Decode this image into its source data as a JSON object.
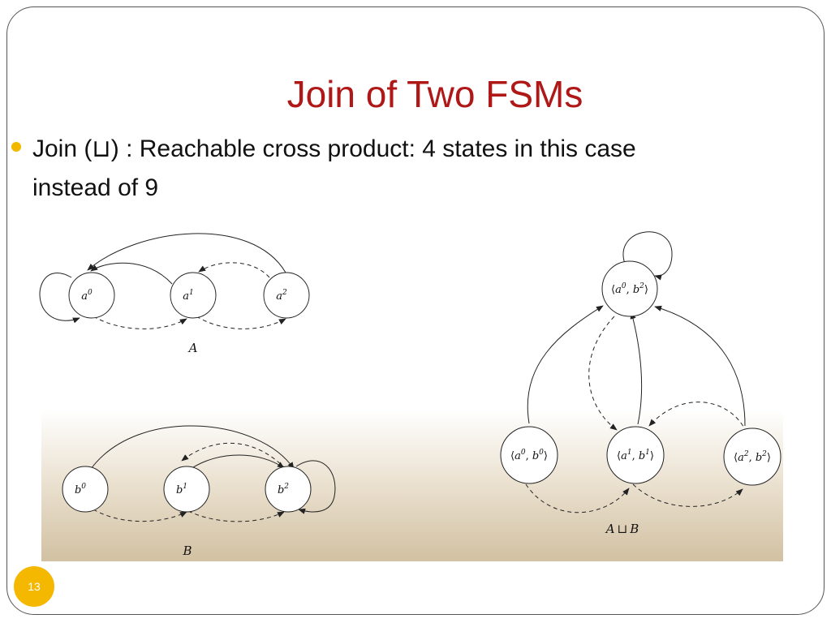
{
  "slide": {
    "title": "Join of Two FSMs",
    "bullet": "Join (⊔) : Reachable cross product: 4 states in this case instead of 9",
    "page_number": "13"
  },
  "colors": {
    "title": "#b01717",
    "bullet_dot": "#f2b800",
    "page_badge": "#f5b800",
    "gradient_light": "#ece3d3",
    "gradient_dark": "#d2c1a2",
    "stroke": "#222222"
  },
  "diagrams": {
    "A": {
      "caption": "A",
      "states": [
        {
          "id": "a0",
          "base": "a",
          "sup": "0"
        },
        {
          "id": "a1",
          "base": "a",
          "sup": "1"
        },
        {
          "id": "a2",
          "base": "a",
          "sup": "2"
        }
      ],
      "transitions": [
        {
          "from": "a0",
          "to": "a0",
          "style": "solid"
        },
        {
          "from": "a1",
          "to": "a0",
          "style": "solid"
        },
        {
          "from": "a2",
          "to": "a0",
          "style": "solid"
        },
        {
          "from": "a2",
          "to": "a1",
          "style": "dashed"
        },
        {
          "from": "a0",
          "to": "a1",
          "style": "dashed"
        },
        {
          "from": "a1",
          "to": "a2",
          "style": "dashed"
        }
      ]
    },
    "B": {
      "caption": "B",
      "states": [
        {
          "id": "b0",
          "base": "b",
          "sup": "0"
        },
        {
          "id": "b1",
          "base": "b",
          "sup": "1"
        },
        {
          "id": "b2",
          "base": "b",
          "sup": "2"
        }
      ],
      "transitions": [
        {
          "from": "b0",
          "to": "b2",
          "style": "solid"
        },
        {
          "from": "b1",
          "to": "b2",
          "style": "solid"
        },
        {
          "from": "b2",
          "to": "b1",
          "style": "dashed"
        },
        {
          "from": "b2",
          "to": "b2",
          "style": "solid"
        },
        {
          "from": "b0",
          "to": "b1",
          "style": "dashed"
        },
        {
          "from": "b1",
          "to": "b2",
          "style": "dashed"
        }
      ]
    },
    "AB": {
      "caption_left": "A",
      "caption_op": "⊔",
      "caption_right": "B",
      "states": [
        {
          "id": "a0b2",
          "p1": "a",
          "s1": "0",
          "p2": "b",
          "s2": "2"
        },
        {
          "id": "a0b0",
          "p1": "a",
          "s1": "0",
          "p2": "b",
          "s2": "0"
        },
        {
          "id": "a1b1",
          "p1": "a",
          "s1": "1",
          "p2": "b",
          "s2": "1"
        },
        {
          "id": "a2b2",
          "p1": "a",
          "s1": "2",
          "p2": "b",
          "s2": "2"
        }
      ],
      "transitions": [
        {
          "from": "a0b2",
          "to": "a0b2",
          "style": "solid"
        },
        {
          "from": "a0b0",
          "to": "a0b2",
          "style": "solid"
        },
        {
          "from": "a1b1",
          "to": "a0b2",
          "style": "solid"
        },
        {
          "from": "a2b2",
          "to": "a0b2",
          "style": "solid"
        },
        {
          "from": "a0b2",
          "to": "a1b1",
          "style": "dashed"
        },
        {
          "from": "a2b2",
          "to": "a1b1",
          "style": "dashed"
        },
        {
          "from": "a0b0",
          "to": "a1b1",
          "style": "dashed"
        },
        {
          "from": "a1b1",
          "to": "a2b2",
          "style": "dashed"
        }
      ]
    }
  }
}
